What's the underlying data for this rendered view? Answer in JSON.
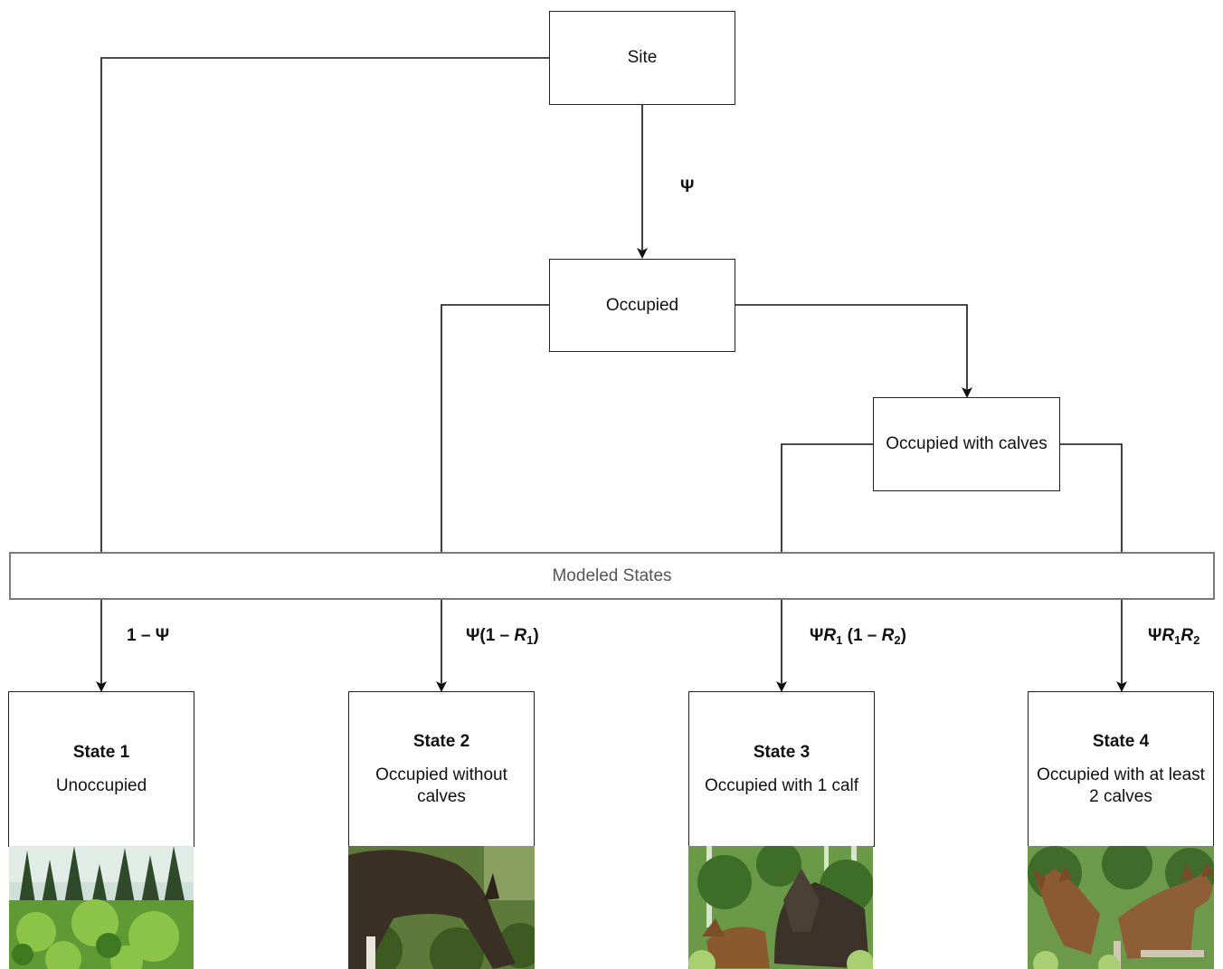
{
  "nodes": {
    "site": "Site",
    "occupied": "Occupied",
    "occupied_calves": "Occupied with calves",
    "modeled_states": "Modeled States"
  },
  "edges": {
    "psi": "Ψ",
    "one_minus_psi": "1 – Ψ",
    "state2_prob": {
      "pre": "Ψ(1 – ",
      "r": "R",
      "sub": "1",
      "post": ")"
    },
    "state3_prob": {
      "pre": "Ψ",
      "r1": "R",
      "sub1": "1",
      "mid": " (1 – ",
      "r2": "R",
      "sub2": "2",
      "post": ")"
    },
    "state4_prob": {
      "pre": "Ψ",
      "r1": "R",
      "sub1": "1",
      "r2": "R",
      "sub2": "2"
    }
  },
  "states": [
    {
      "title": "State 1",
      "desc": "Unoccupied"
    },
    {
      "title": "State 2",
      "desc": "Occupied without calves"
    },
    {
      "title": "State 3",
      "desc": "Occupied with 1 calf"
    },
    {
      "title": "State 4",
      "desc": "Occupied with at least 2 calves"
    }
  ],
  "colors": {
    "line": "#111111",
    "band_border": "#7a7a7a",
    "band_text": "#555555"
  }
}
